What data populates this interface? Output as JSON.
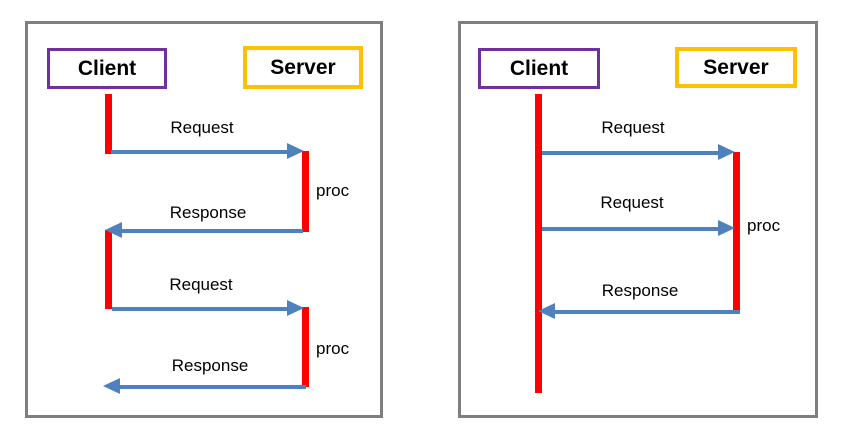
{
  "colors": {
    "panel_border": "#7f7f7f",
    "client_box_border": "#7030A0",
    "server_box_border": "#FFC000",
    "activation_bar": "#FF0000",
    "arrow": "#4F81BD",
    "text": "#000000"
  },
  "left_diagram": {
    "client_label": "Client",
    "server_label": "Server",
    "messages": [
      {
        "label": "Request",
        "direction": "right"
      },
      {
        "label": "Response",
        "direction": "left"
      },
      {
        "label": "Request",
        "direction": "right"
      },
      {
        "label": "Response",
        "direction": "left"
      }
    ],
    "proc_labels": [
      "proc",
      "proc"
    ]
  },
  "right_diagram": {
    "client_label": "Client",
    "server_label": "Server",
    "messages": [
      {
        "label": "Request",
        "direction": "right"
      },
      {
        "label": "Request",
        "direction": "right"
      },
      {
        "label": "Response",
        "direction": "left"
      }
    ],
    "proc_labels": [
      "proc"
    ]
  }
}
